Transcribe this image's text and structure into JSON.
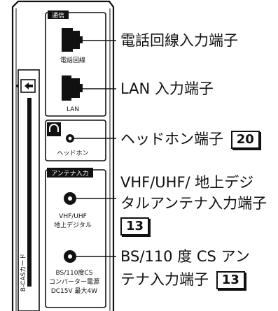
{
  "panel": {
    "comm_section_label": "通信",
    "phone_jack_label": "電話回線",
    "lan_jack_label": "LAN",
    "headphone_jack_label": "ヘッドホン",
    "antenna_section_label": "アンテナ入力",
    "vhf_label_1": "VHF/UHF",
    "vhf_label_2": "地上デジタル",
    "bs_label_1": "BS/110度CS",
    "bs_label_2": "コンバーター電源",
    "bs_label_3": "DC15V 最大4W",
    "bcas_slot_label": "B-CASカード"
  },
  "callouts": {
    "phone": "電話回線入力端子",
    "lan": "LAN 入力端子",
    "headphone": "ヘッドホン端子",
    "headphone_page": "20",
    "vhf_line1": "VHF/UHF/ 地上デジ",
    "vhf_line2": "タルアンテナ入力端子",
    "vhf_page": "13",
    "bs_line1": "BS/110 度 CS アン",
    "bs_line2": "テナ入力端子",
    "bs_page": "13"
  }
}
